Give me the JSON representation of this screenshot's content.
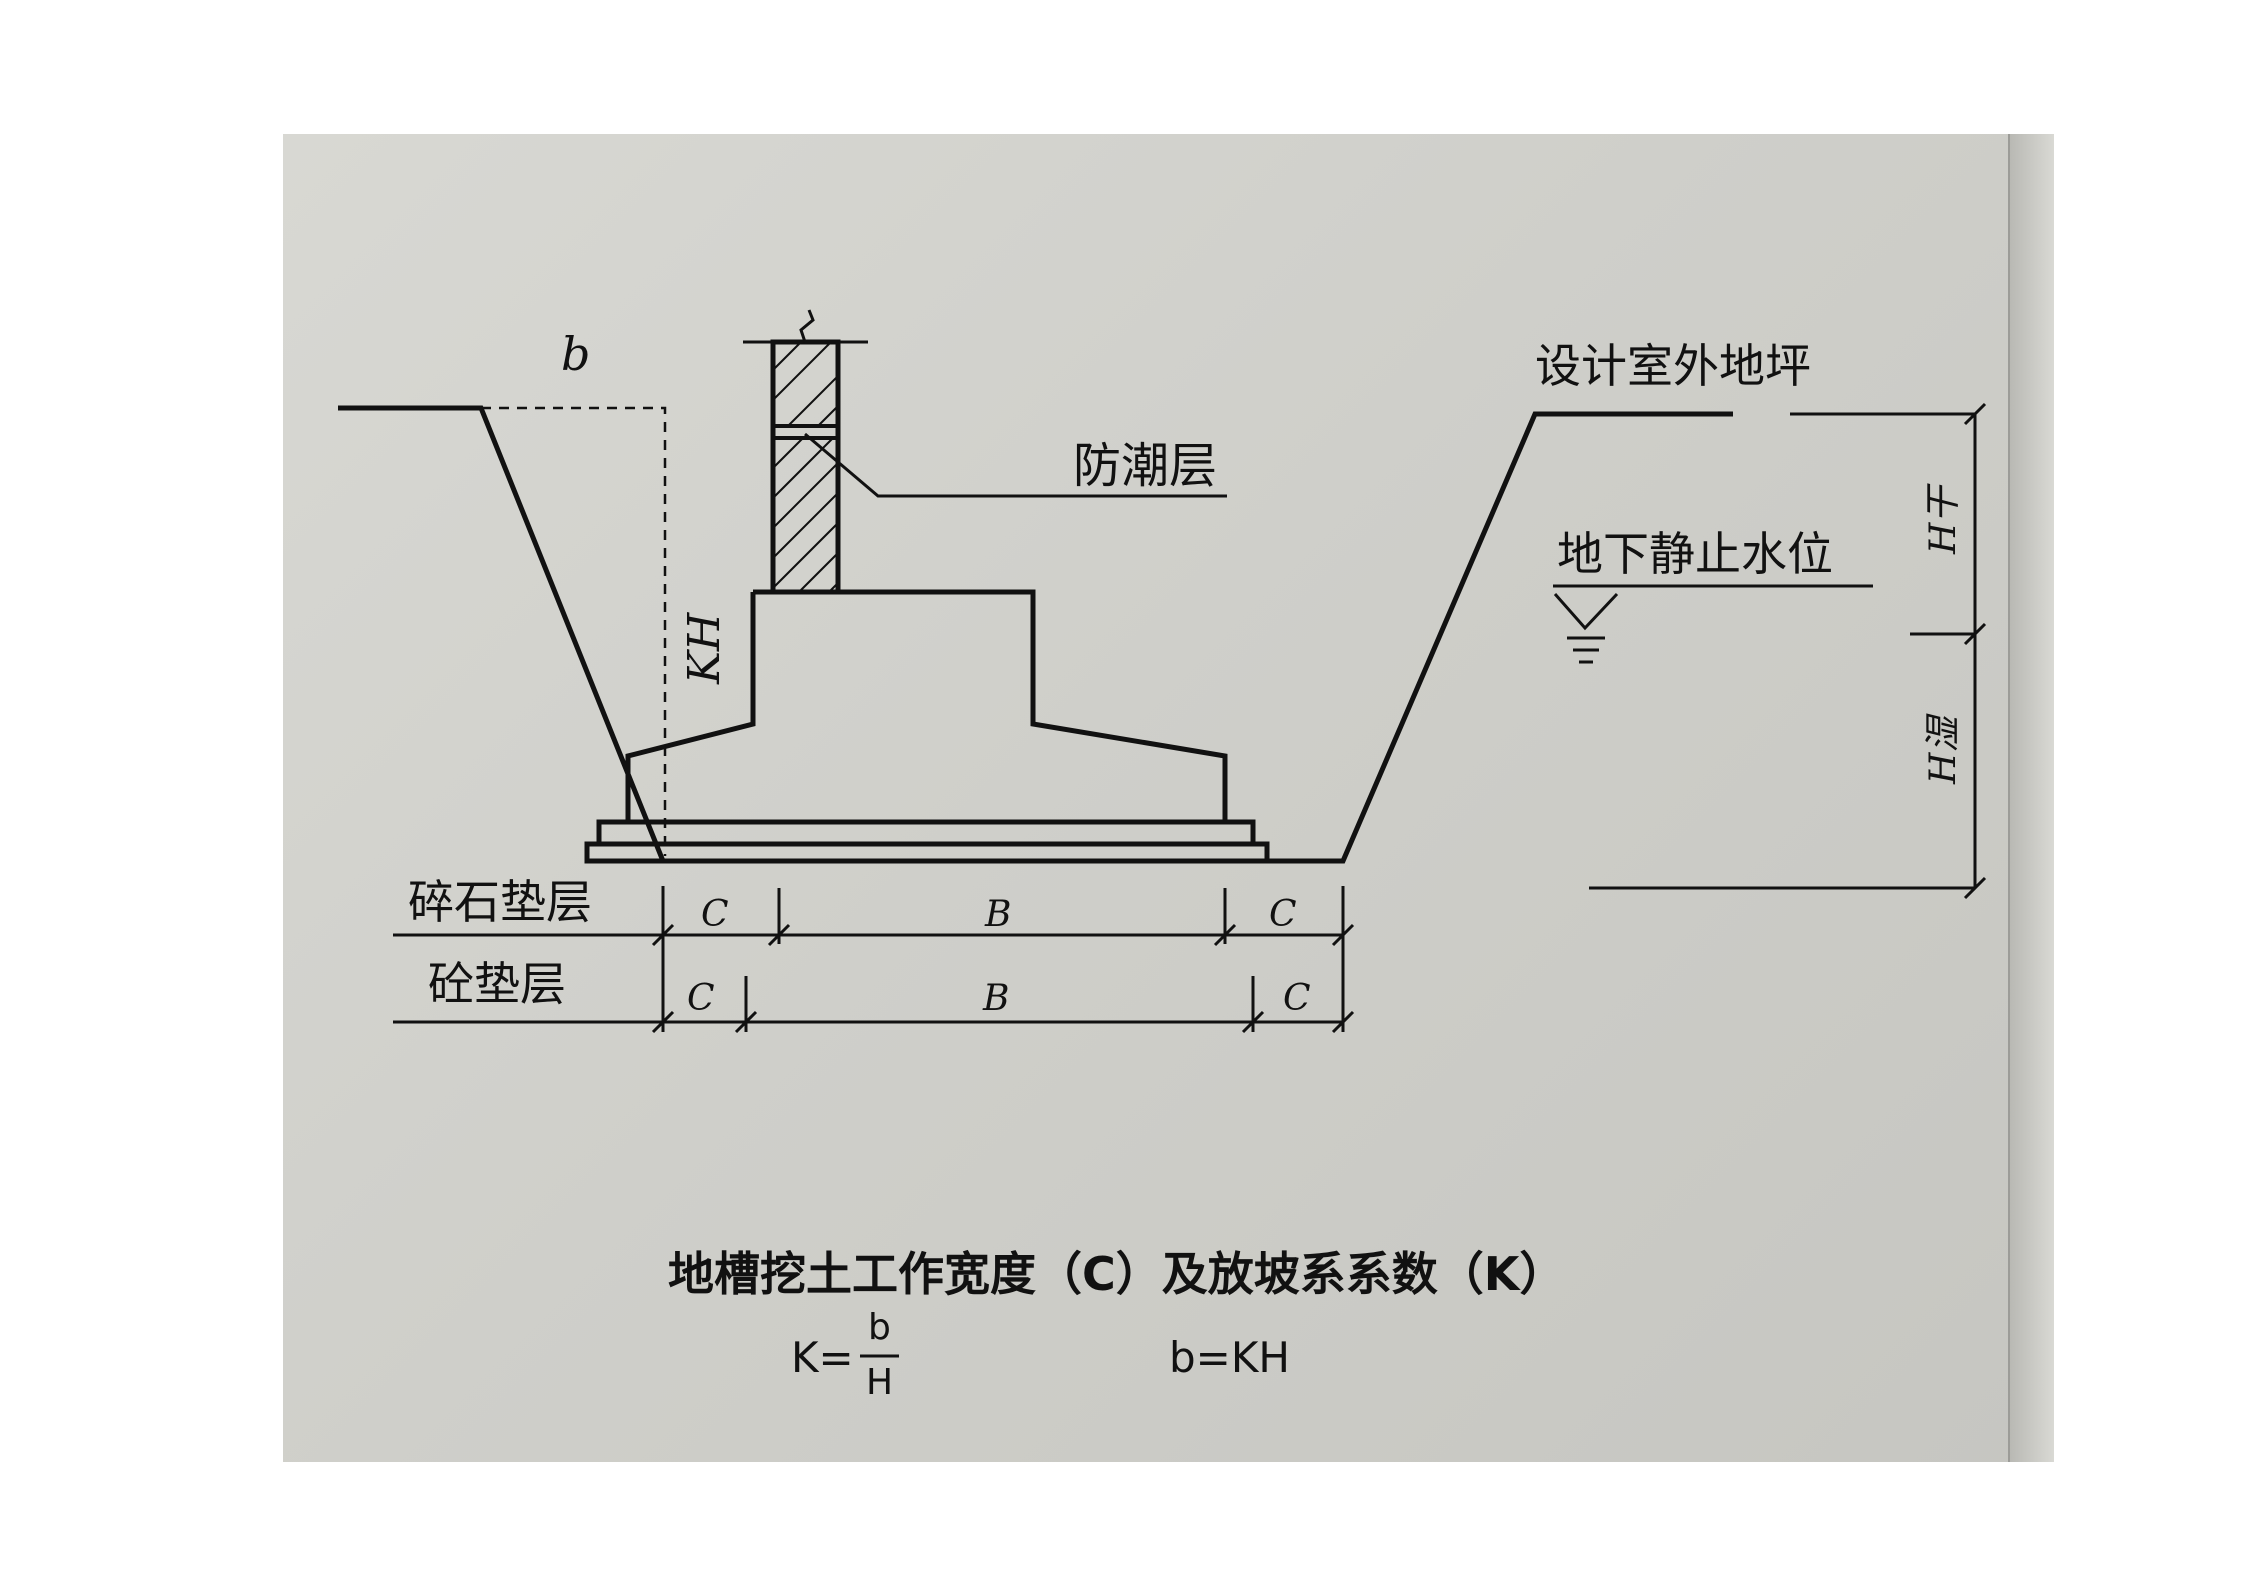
{
  "labels": {
    "b": "b",
    "kh": "KH",
    "moisture_layer": "防潮层",
    "outdoor_ground": "设计室外地坪",
    "groundwater": "地下静止水位",
    "h_soil": "H干",
    "h_wet": "H湿",
    "gravel_cushion": "碎石垫层",
    "concrete_cushion": "砼垫层",
    "dim_c": "C",
    "dim_b": "B"
  },
  "caption": {
    "title": "地槽挖土工作宽度（C）及放坡系系数（K）",
    "formula_k_left": "K=",
    "formula_k_num": "b",
    "formula_k_den": "H",
    "formula_b": "b=KH"
  },
  "colors": {
    "ink": "#111111",
    "paper": "#cfcfca"
  }
}
